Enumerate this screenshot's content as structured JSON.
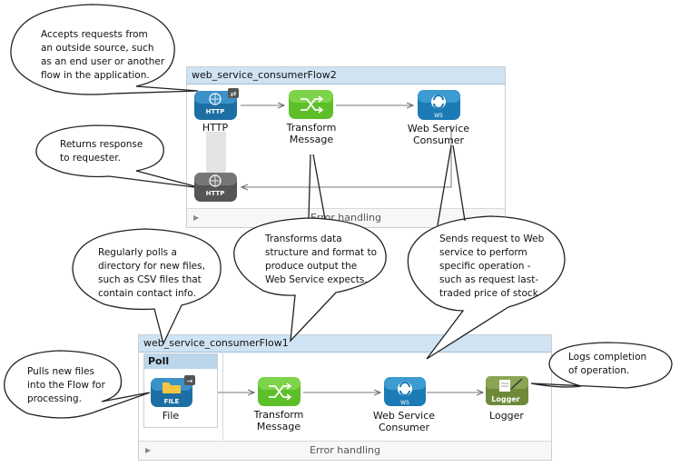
{
  "flow2": {
    "title": "web_service_consumerFlow2",
    "error_handling": "Error handling",
    "http_label": "HTTP",
    "transform_label_1": "Transform",
    "transform_label_2": "Message",
    "ws_label_1": "Web Service",
    "ws_label_2": "Consumer"
  },
  "flow1": {
    "title": "web_service_consumerFlow1",
    "error_handling": "Error handling",
    "poll_title": "Poll",
    "file_label": "File",
    "transform_label_1": "Transform",
    "transform_label_2": "Message",
    "ws_label_1": "Web Service",
    "ws_label_2": "Consumer",
    "logger_label": "Logger"
  },
  "icons": {
    "http_text": "HTTP",
    "file_text": "FILE",
    "ws_text": "WS",
    "logger_text": "Logger"
  },
  "callouts": {
    "accepts": [
      "Accepts requests from",
      "an outside source, such",
      "as an end user or another",
      "flow in the application."
    ],
    "returns": [
      "Returns response",
      "to requester."
    ],
    "transforms": [
      "Transforms data",
      "structure and format to",
      "produce output the",
      "Web Service expects."
    ],
    "sends": [
      "Sends request to Web",
      "service to perform",
      "specific operation -",
      "such as request last-",
      "traded price of stock"
    ],
    "polls": [
      "Regularly polls a",
      "directory for new files,",
      "such as CSV files that",
      "contain contact info."
    ],
    "pulls": [
      "Pulls new files",
      "into the Flow for",
      "processing."
    ],
    "logs": [
      "Logs completion",
      "of operation."
    ]
  },
  "colors": {
    "header_blue": "#cfe3f3",
    "http_blue": "#1d6fa3",
    "transform_green": "#5cbf2a",
    "ws_blue": "#1c7bb5",
    "logger_green": "#6c8a3a",
    "http_grey": "#555555"
  }
}
